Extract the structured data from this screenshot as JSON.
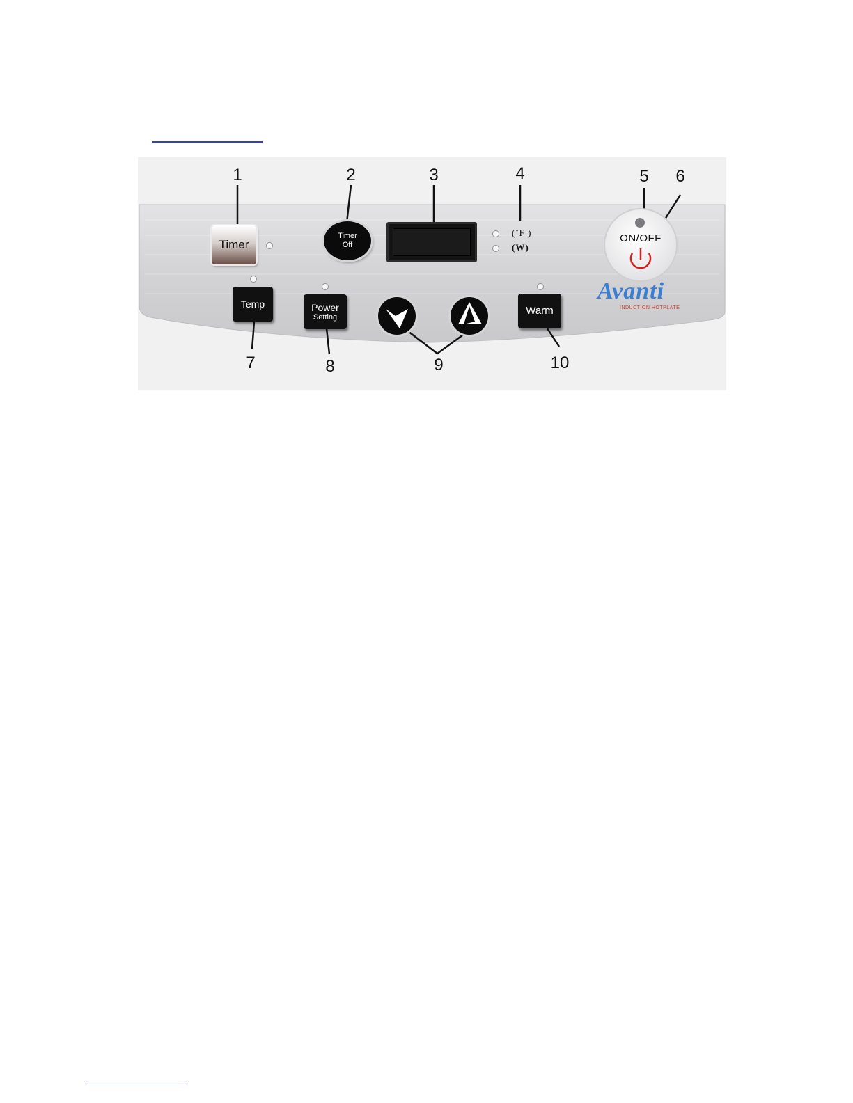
{
  "figure": {
    "callouts": [
      "1",
      "2",
      "3",
      "4",
      "5",
      "6",
      "7",
      "8",
      "9",
      "10"
    ],
    "buttons": {
      "timer": "Timer",
      "timer_off_line1": "Timer",
      "timer_off_line2": "Off",
      "on_off": "ON/OFF",
      "temp": "Temp",
      "power_line1": "Power",
      "power_line2": "Setting",
      "warm": "Warm"
    },
    "indicators": {
      "fahrenheit": "(˚F )",
      "watts": "(W)"
    },
    "icons": {
      "down_arrow": "down-arrow-icon",
      "up_arrow": "up-arrow-icon",
      "power": "power-symbol-icon"
    },
    "logo": {
      "brand": "Avanti",
      "subtitle": "INDUCTION HOTPLATE",
      "brand_color": "#3a7fd1",
      "subtitle_color": "#d23a2a"
    },
    "colors": {
      "panel": "#d6d6d8",
      "power_symbol": "#d81e1e",
      "link": "#2a3fd6"
    }
  }
}
